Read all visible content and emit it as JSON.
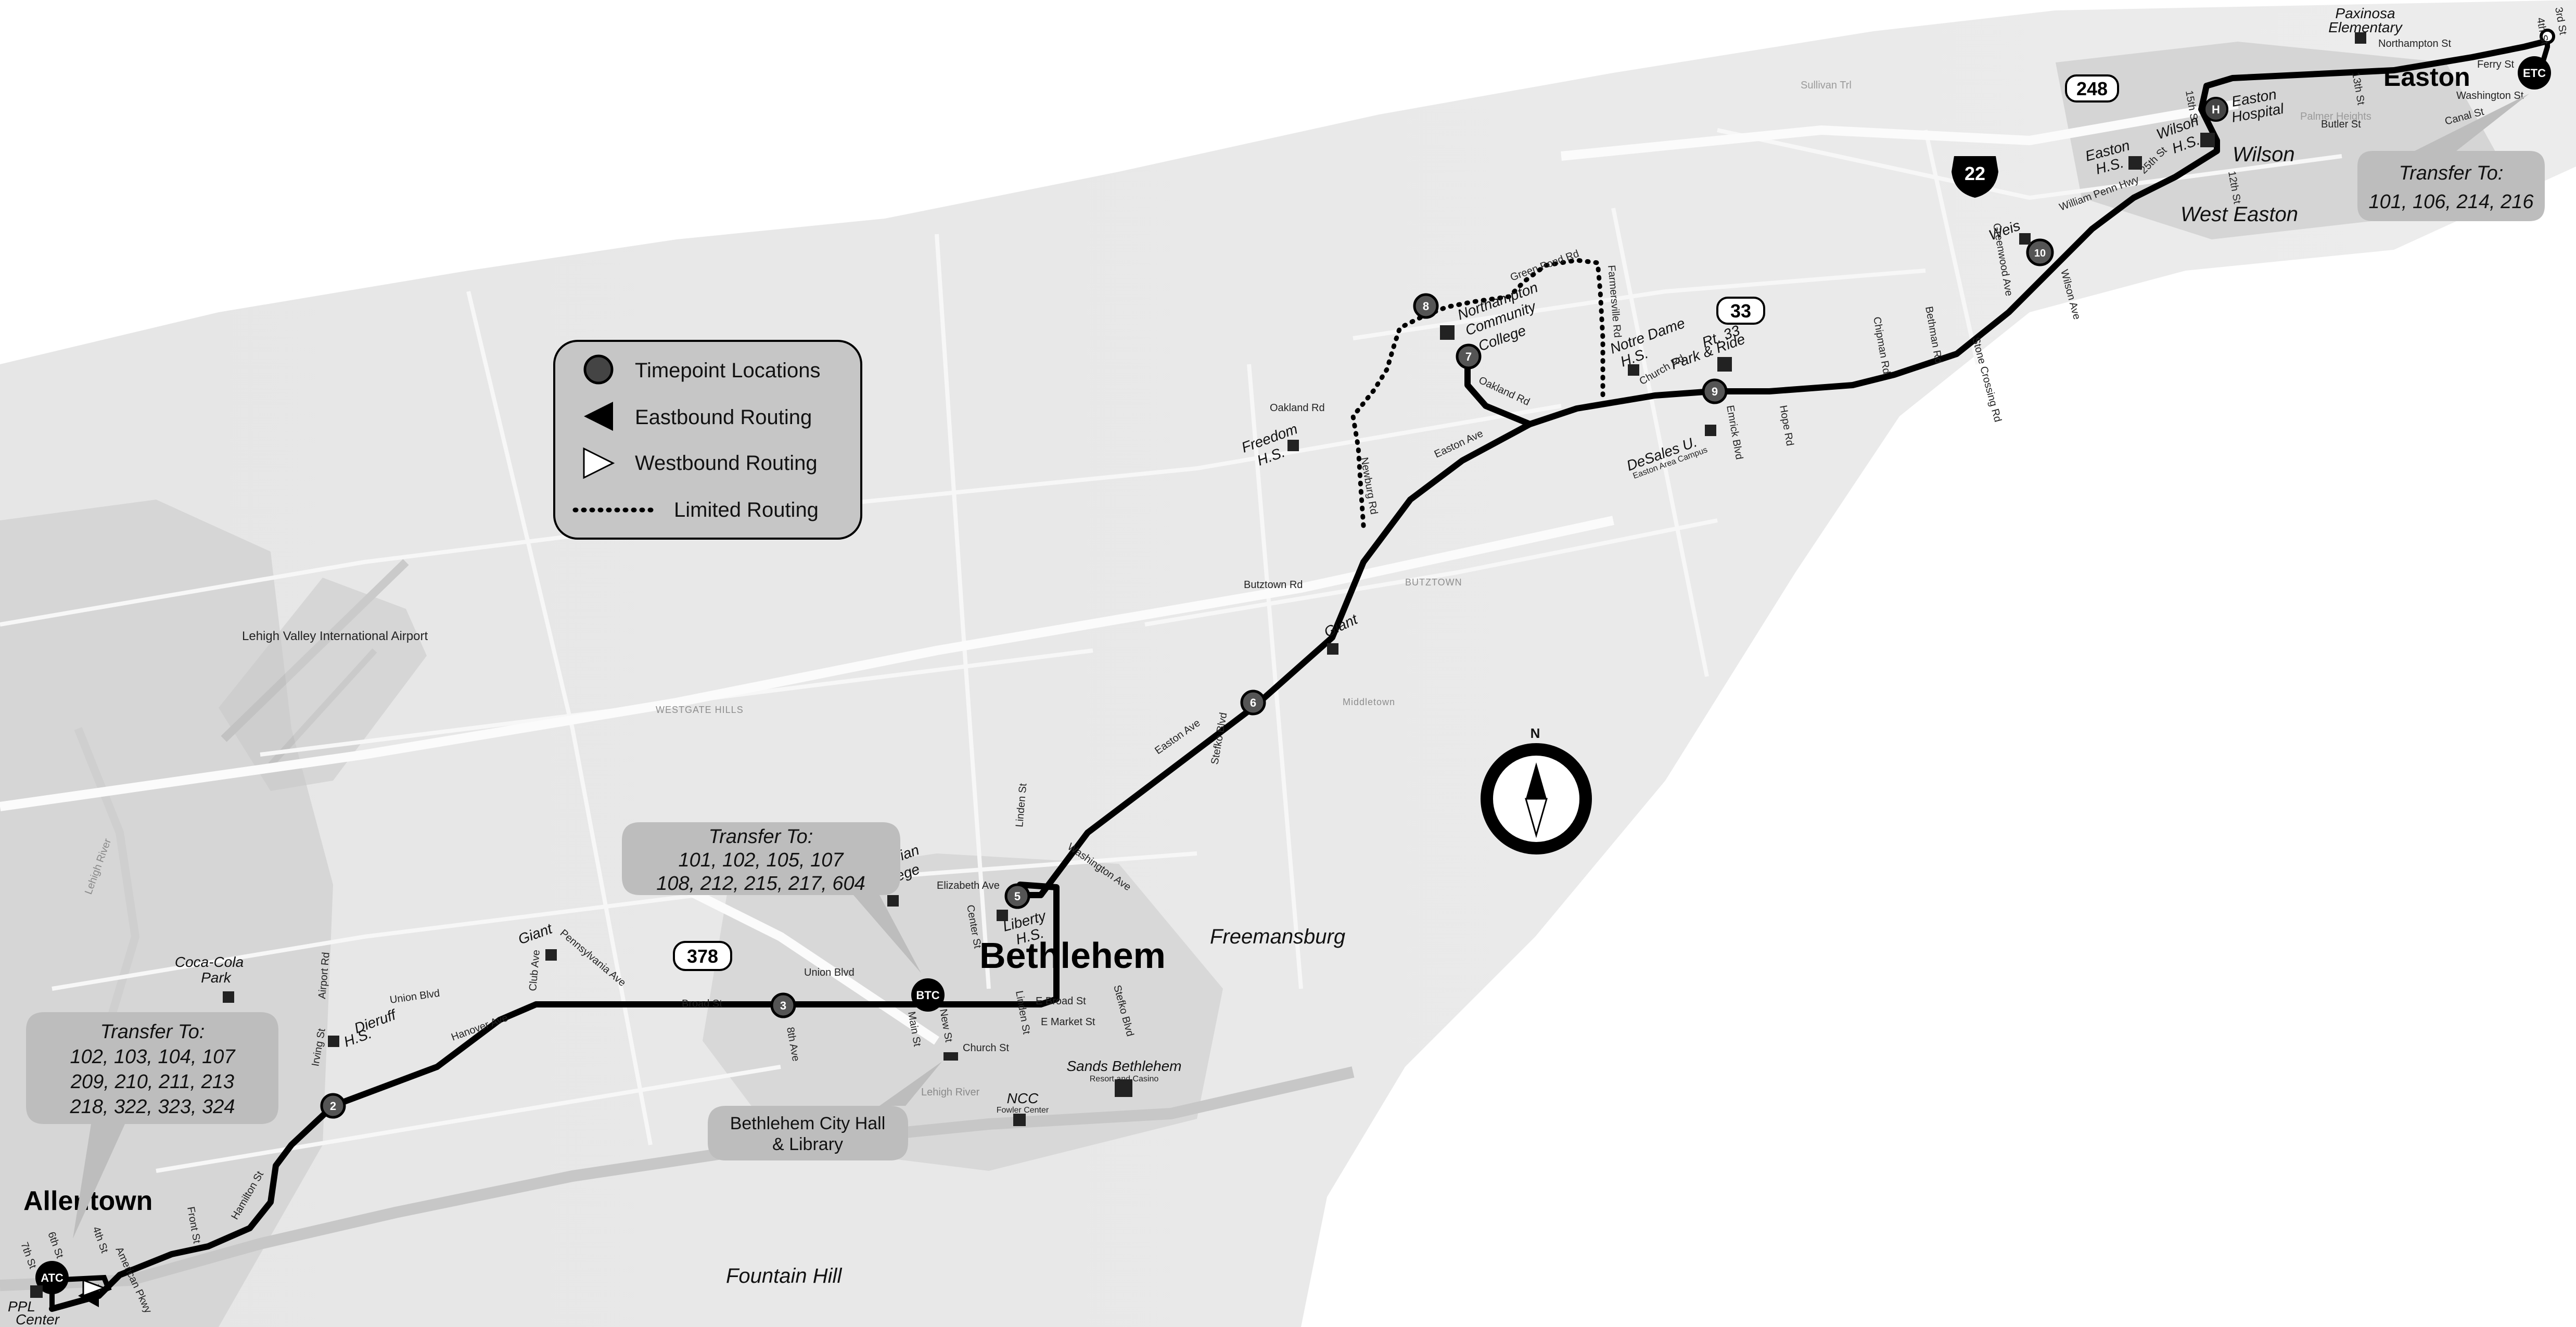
{
  "legend": {
    "timepoint": "Timepoint Locations",
    "eastbound": "Eastbound Routing",
    "westbound": "Westbound Routing",
    "limited": "Limited Routing"
  },
  "cities": {
    "allentown": "Allentown",
    "bethlehem": "Bethlehem",
    "easton": "Easton"
  },
  "towns": {
    "freemansburg": "Freemansburg",
    "fountain_hill": "Fountain Hill",
    "wilson": "Wilson",
    "west_easton": "West Easton"
  },
  "faint_labels": {
    "middletown": "Middletown",
    "butztown": "BUTZTOWN",
    "wooded_area": "WESTGATE HILLS",
    "airport": "Lehigh Valley International Airport"
  },
  "transfers": {
    "allentown": {
      "title": "Transfer To:",
      "line1": "102, 103, 104, 107",
      "line2": "209, 210, 211, 213",
      "line3": "218, 322, 323, 324"
    },
    "bethlehem": {
      "title": "Transfer To:",
      "line1": "101, 102, 105, 107",
      "line2": "108, 212, 215, 217, 604"
    },
    "easton": {
      "title": "Transfer To:",
      "line1": "101, 106, 214, 216"
    },
    "city_hall": {
      "line1": "Bethlehem City Hall",
      "line2": "& Library"
    }
  },
  "stations": {
    "atc": "ATC",
    "btc": "BTC",
    "etc": "ETC"
  },
  "timepoints": [
    "2",
    "3",
    "5",
    "6",
    "7",
    "8",
    "9",
    "10"
  ],
  "shields": {
    "pa378": "378",
    "pa248": "248",
    "us22": "22",
    "pa33": "33"
  },
  "compass": {
    "label": "N"
  },
  "pois": {
    "coca_cola_1": "Coca-Cola",
    "coca_cola_2": "Park",
    "dieruff_1": "Dieruff",
    "dieruff_2": "H.S.",
    "giant_w": "Giant",
    "moravian_1": "Moravian",
    "moravian_2": "College",
    "liberty_1": "Liberty",
    "liberty_2": "H.S.",
    "sands_1": "Sands Bethlehem",
    "sands_2": "Resort and Casino",
    "ncc_1": "NCC",
    "ncc_2": "Fowler Center",
    "giant_e": "Giant",
    "freedom_1": "Freedom",
    "freedom_2": "H.S.",
    "northampton_1": "Northampton",
    "northampton_2": "Community",
    "northampton_3": "College",
    "notre_dame_1": "Notre Dame",
    "notre_dame_2": "H.S.",
    "park_ride_1": "Rt. 33",
    "park_ride_2": "Park & Ride",
    "desales_1": "DeSales U.",
    "desales_2": "Easton Area Campus",
    "weis": "Weis",
    "easton_hs_1": "Easton",
    "easton_hs_2": "H.S.",
    "wilson_hs_1": "Wilson",
    "wilson_hs_2": "H.S.",
    "easton_hosp_1": "Easton",
    "easton_hosp_2": "Hospital",
    "paxinosa_1": "Paxinosa",
    "paxinosa_2": "Elementary",
    "ppl_1": "PPL",
    "ppl_2": "Center"
  },
  "streets": {
    "s7th": "7th St",
    "s6th": "6th St",
    "s4th": "4th St",
    "american": "American Pkwy",
    "front": "Front St",
    "hamilton": "Hamilton St",
    "irving": "Irving St",
    "airport": "Airport Rd",
    "union_w": "Union Blvd",
    "club": "Club Ave",
    "hanover": "Hanover Ave",
    "pennsylvania": "Pennsylvania Ave",
    "broad": "Broad St",
    "ave8th": "8th Ave",
    "union_e": "Union Blvd",
    "main": "Main St",
    "new": "New St",
    "church": "Church St",
    "center": "Center St",
    "elizabeth": "Elizabeth Ave",
    "linden": "Linden St",
    "linden2": "Linden St",
    "ebroad": "E Broad St",
    "emarket": "E Market St",
    "stefko_s": "Stefko Blvd",
    "stefko_n": "Stefko Blvd",
    "washington": "Washington Ave",
    "easton_ave_s": "Easton Ave",
    "easton_ave_n": "Easton Ave",
    "butztown": "Butztown Rd",
    "oakland": "Oakland Rd",
    "oakland2": "Oakland Rd",
    "green_pond": "Green Pond Rd",
    "newburg": "Newburg Rd",
    "farmersville": "Farmersville Rd",
    "church_rd": "Church Rd",
    "emrick": "Emrick Blvd",
    "hope": "Hope Rd",
    "chipman": "Chipman Rd",
    "bethman": "Bethman Rd",
    "stone": "Stone Crossing Rd",
    "greenwood": "Greenwood Ave",
    "wilson_ave": "Wilson Ave",
    "penn_hwy": "William Penn Hwy",
    "s25th": "25th St",
    "s13th": "13th St",
    "butler": "Butler St",
    "canal": "Canal St",
    "washington_e": "Washington St",
    "ferry": "Ferry St",
    "northampton": "Northampton St",
    "s3rd": "3rd St",
    "s4th_e": "4th St",
    "s15th": "15th St",
    "s12th": "12th St",
    "lehigh_river": "Lehigh River",
    "lehigh_river_n": "Lehigh River",
    "palmer": "Palmer Heights",
    "sullivan": "Sullivan Trl"
  }
}
